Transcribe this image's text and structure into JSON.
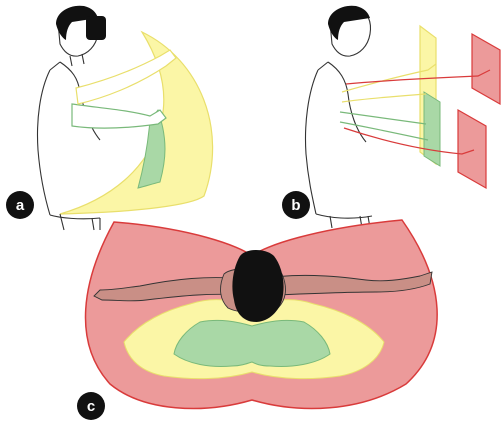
{
  "panels": {
    "a": {
      "label": "a"
    },
    "b": {
      "label": "b"
    },
    "c": {
      "label": "c"
    }
  },
  "colors": {
    "comfort_green": "#a9d8a6",
    "mid_yellow": "#fbf6a6",
    "outer_red": "#ec9a9a",
    "outer_red_stroke": "#d93b3b",
    "yellow_stroke": "#e9df6c",
    "green_stroke": "#79b97a",
    "skin_tone": "#c98f86",
    "hair_black": "#111111",
    "line": "#333333",
    "badge": "#111111"
  },
  "icons": [
    "vr-headset-icon"
  ]
}
